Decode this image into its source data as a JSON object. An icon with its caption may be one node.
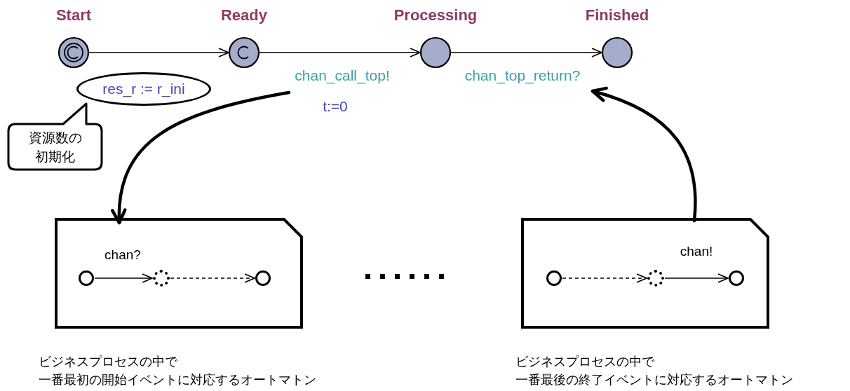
{
  "diagram": {
    "nodes": [
      {
        "text": [
          "Start"
        ]
      },
      {
        "text": [
          "Ready"
        ]
      },
      {
        "text": [
          "Processing"
        ]
      },
      {
        "text": [
          "Finished"
        ]
      },
      {
        "text": [
          "res_r := r_ini"
        ]
      },
      {
        "text": [
          "資源数の初期化"
        ]
      },
      {
        "text": [],
        "shape": "box",
        "beside": [
          "ビジネスプロセスの中で一番最初の開始イベントに対応するオートマトン"
        ]
      },
      {
        "text": [],
        "shape": "circle",
        "in": 6
      },
      {
        "text": [],
        "shape": "circle",
        "in": 6
      },
      {
        "text": [],
        "shape": "circle",
        "in": 6
      },
      {
        "text": [],
        "shape": "box",
        "beside": [
          "ビジネスプロセスの中で一番最後の終了イベントに対応するオートマトン"
        ]
      },
      {
        "text": [],
        "shape": "circle",
        "in": 10
      },
      {
        "text": [],
        "shape": "circle",
        "in": 10
      },
      {
        "text": [],
        "shape": "circle",
        "in": 10
      }
    ],
    "edges": [
      {
        "from": 0,
        "to": 1,
        "arrow": "to"
      },
      {
        "from": 1,
        "to": 2,
        "arrow": "to",
        "label": "chan_call_top!"
      },
      {
        "from": 2,
        "to": 3,
        "arrow": "to",
        "label": "chan_top_return?"
      },
      {
        "from": null,
        "to": 6,
        "arrow": "to",
        "style": "thick"
      },
      {
        "from": 10,
        "to": null,
        "arrow": "to",
        "style": "thick"
      },
      {
        "from": 7,
        "to": 8,
        "arrow": "to",
        "label": "chan?"
      },
      {
        "from": 8,
        "to": 9,
        "arrow": "to",
        "style": "dashed"
      },
      {
        "from": 11,
        "to": 12,
        "arrow": "to",
        "style": "dashed"
      },
      {
        "from": 12,
        "to": 13,
        "arrow": "to",
        "label": "chan!"
      }
    ],
    "labels": [
      "t:=0"
    ]
  }
}
